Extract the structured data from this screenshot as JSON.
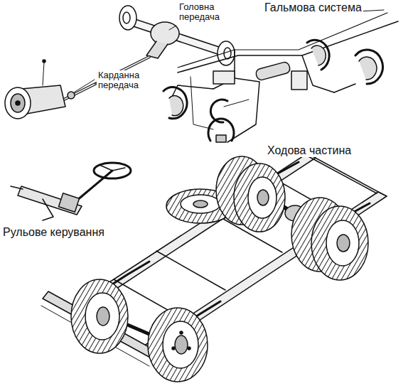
{
  "diagram": {
    "labels": [
      "Головна передача",
      "Гальмова система",
      "Карданна передача",
      "Ходова частина",
      "Рульове керування"
    ]
  }
}
